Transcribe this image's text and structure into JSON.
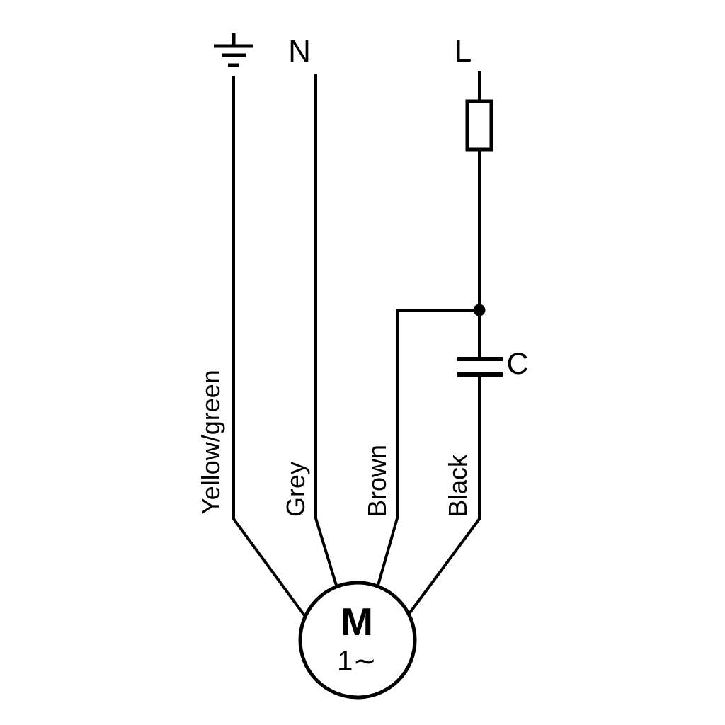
{
  "colors": {
    "ink": "#000000",
    "background": "#ffffff"
  },
  "terminals": {
    "neutral_label": "N",
    "line_label": "L"
  },
  "capacitor": {
    "label": "C"
  },
  "motor": {
    "symbol": "M",
    "phase_label": "1∼"
  },
  "wire_labels": {
    "ground": "Yellow/green",
    "neutral": "Grey",
    "main": "Brown",
    "auxiliary": "Black"
  }
}
